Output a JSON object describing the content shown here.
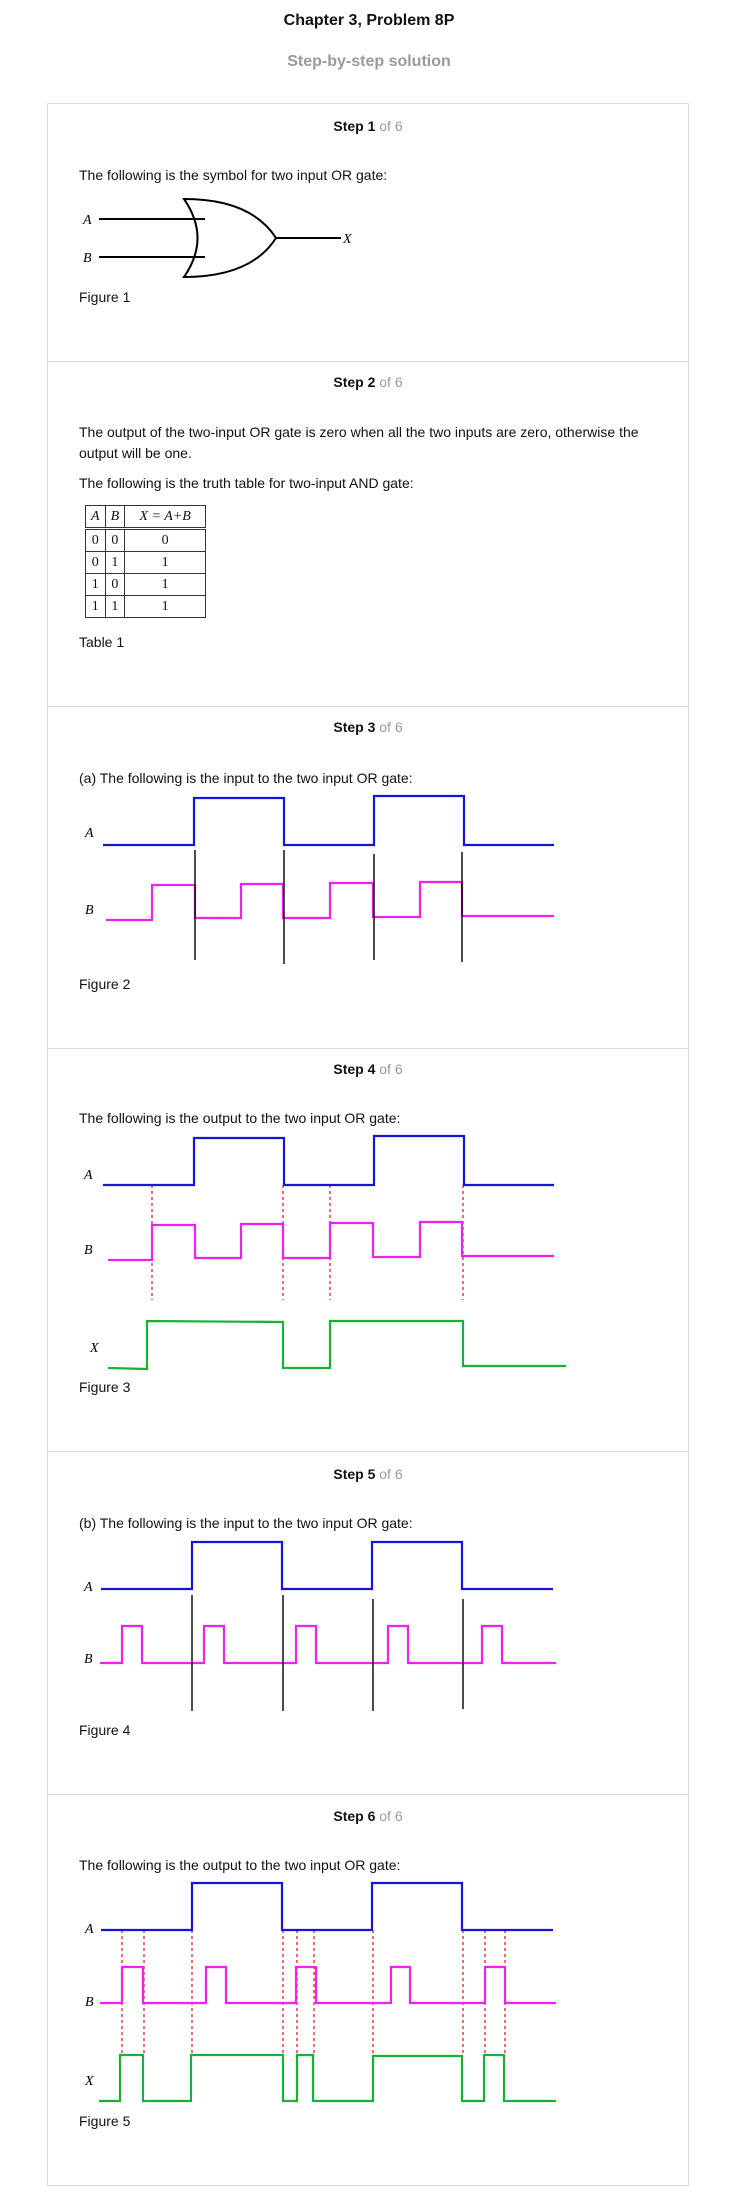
{
  "header": {
    "title": "Chapter 3, Problem 8P",
    "subtitle": "Step-by-step solution"
  },
  "steps": [
    {
      "label": "Step 1",
      "of": "of 6",
      "text": "The following is the symbol for two input OR gate:",
      "caption": "Figure 1"
    },
    {
      "label": "Step 2",
      "of": "of 6",
      "text": "The output of the two-input OR gate is zero when all the two inputs are zero, otherwise the output will be one.",
      "text2": "The following is the truth table for two-input AND gate:",
      "caption": "Table 1"
    },
    {
      "label": "Step 3",
      "of": "of 6",
      "text": "(a) The following is the input to the two input OR gate:",
      "caption": "Figure 2"
    },
    {
      "label": "Step 4",
      "of": "of 6",
      "text": "The following is the output to the two input OR gate:",
      "caption": "Figure 3"
    },
    {
      "label": "Step 5",
      "of": "of 6",
      "text": "(b) The following is the input to the two input OR gate:",
      "caption": "Figure 4"
    },
    {
      "label": "Step 6",
      "of": "of 6",
      "text": "The following is the output to the two input OR gate:",
      "caption": "Figure 5"
    }
  ],
  "labels": {
    "a": "A",
    "b": "B",
    "x": "X"
  },
  "truth_table": {
    "headers": [
      "A",
      "B",
      "X = A+B"
    ],
    "rows": [
      [
        "0",
        "0",
        "0"
      ],
      [
        "0",
        "1",
        "1"
      ],
      [
        "1",
        "0",
        "1"
      ],
      [
        "1",
        "1",
        "1"
      ]
    ]
  },
  "colors": {
    "signal_a": "#1515d6",
    "signal_b": "#ee22ee",
    "signal_x": "#16b236",
    "marker": "#e01010"
  }
}
